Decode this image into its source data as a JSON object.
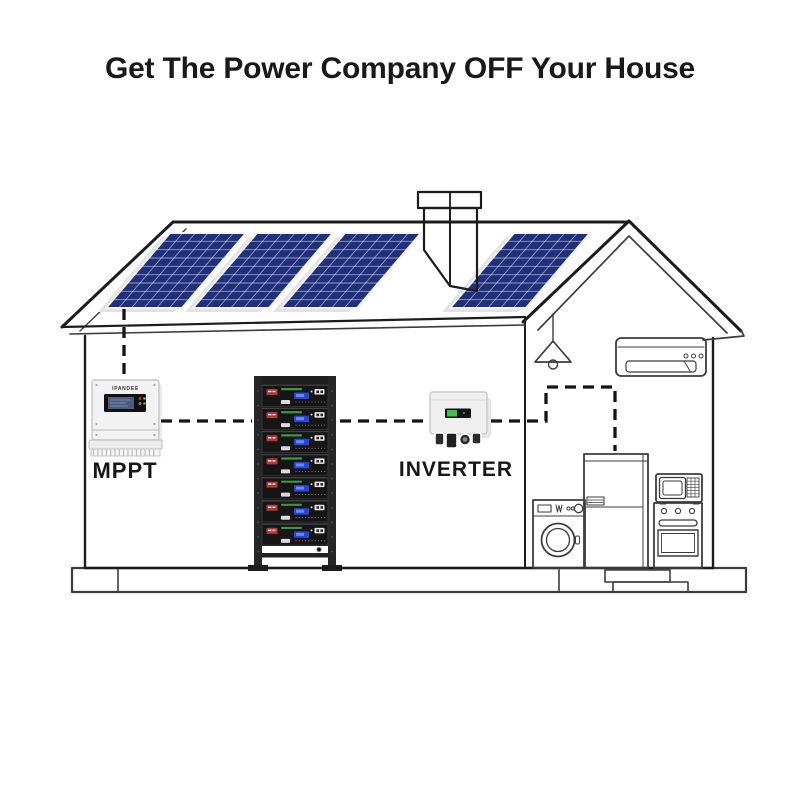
{
  "title": "Get The Power Company OFF Your House",
  "labels": {
    "mppt": "MPPT",
    "inverter": "INVERTER"
  },
  "devices": {
    "solar_array": {
      "panel_count": 4,
      "cell_columns": 6,
      "cell_rows": 9
    },
    "mppt": {
      "brand": "IPANDEE"
    },
    "battery": {
      "module_count": 7
    },
    "inverter": {}
  },
  "colors": {
    "line": "#1c1c1c",
    "panel_blue": "#20307c",
    "panel_grid": "rgba(255,255,255,0.52)",
    "battery_body": "#161616",
    "battery_frame": "#262626",
    "battery_label_red": "#b23a36",
    "battery_display_blue": "#2746d8",
    "battery_text_green": "#3f9d44",
    "inverter_display_green": "#3ec24a",
    "device_body": "#f1f1f1"
  }
}
